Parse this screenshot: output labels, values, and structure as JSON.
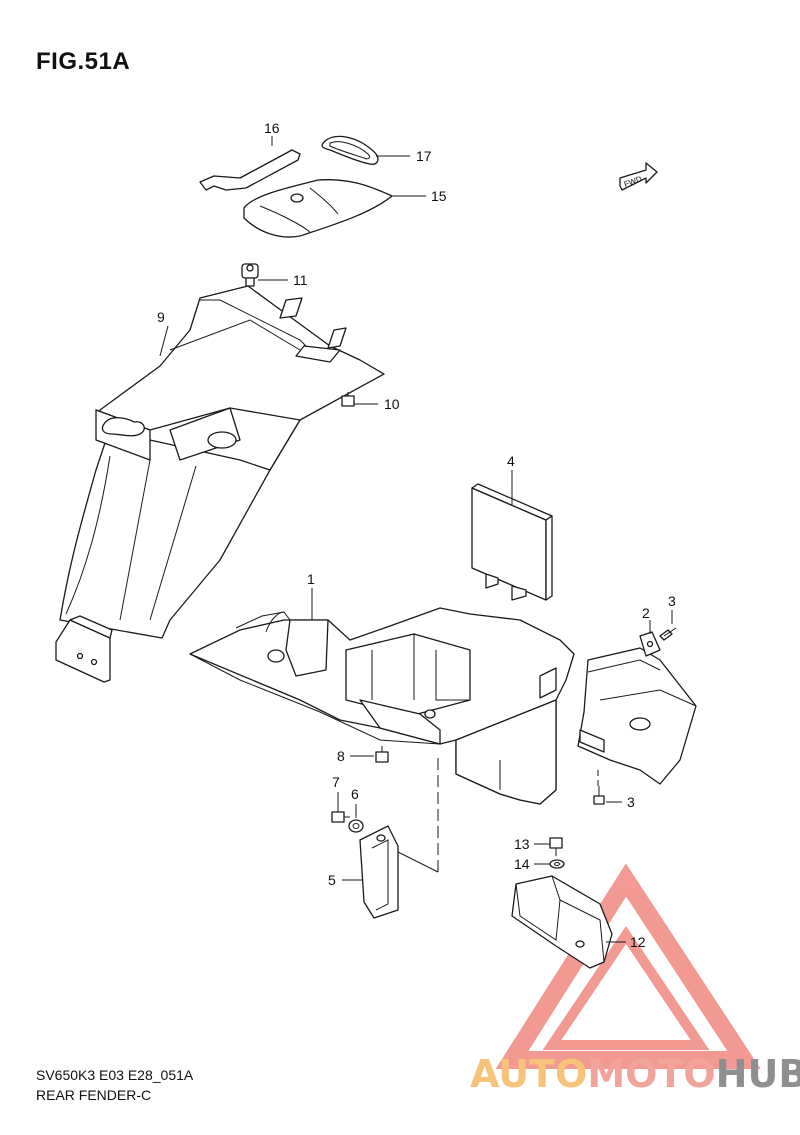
{
  "figure": {
    "title": "FIG.51A",
    "model_code": "SV650K3 E03 E28_051A",
    "section_name": "REAR FENDER-C",
    "fwd_label": "FWD"
  },
  "callouts": [
    {
      "id": "1",
      "part": "rear-fender-main"
    },
    {
      "id": "2",
      "part": "bracket"
    },
    {
      "id": "3",
      "part": "screw"
    },
    {
      "id": "3",
      "part": "screw"
    },
    {
      "id": "4",
      "part": "plate"
    },
    {
      "id": "5",
      "part": "bracket-lower"
    },
    {
      "id": "6",
      "part": "nut"
    },
    {
      "id": "7",
      "part": "bolt"
    },
    {
      "id": "8",
      "part": "bolt"
    },
    {
      "id": "9",
      "part": "rear-fender-upper"
    },
    {
      "id": "10",
      "part": "bolt"
    },
    {
      "id": "11",
      "part": "clip"
    },
    {
      "id": "12",
      "part": "cover"
    },
    {
      "id": "13",
      "part": "bolt"
    },
    {
      "id": "14",
      "part": "washer"
    },
    {
      "id": "15",
      "part": "tool-bag"
    },
    {
      "id": "16",
      "part": "wrench"
    },
    {
      "id": "17",
      "part": "band"
    }
  ],
  "watermark": {
    "part_a": "AUTO",
    "part_b": "MOTO",
    "part_c": "HUB"
  },
  "colors": {
    "line": "#1a1a1a",
    "watermark_red": "#e8473a",
    "watermark_orange": "#f5b04f",
    "watermark_gray": "#8f8f8f"
  }
}
